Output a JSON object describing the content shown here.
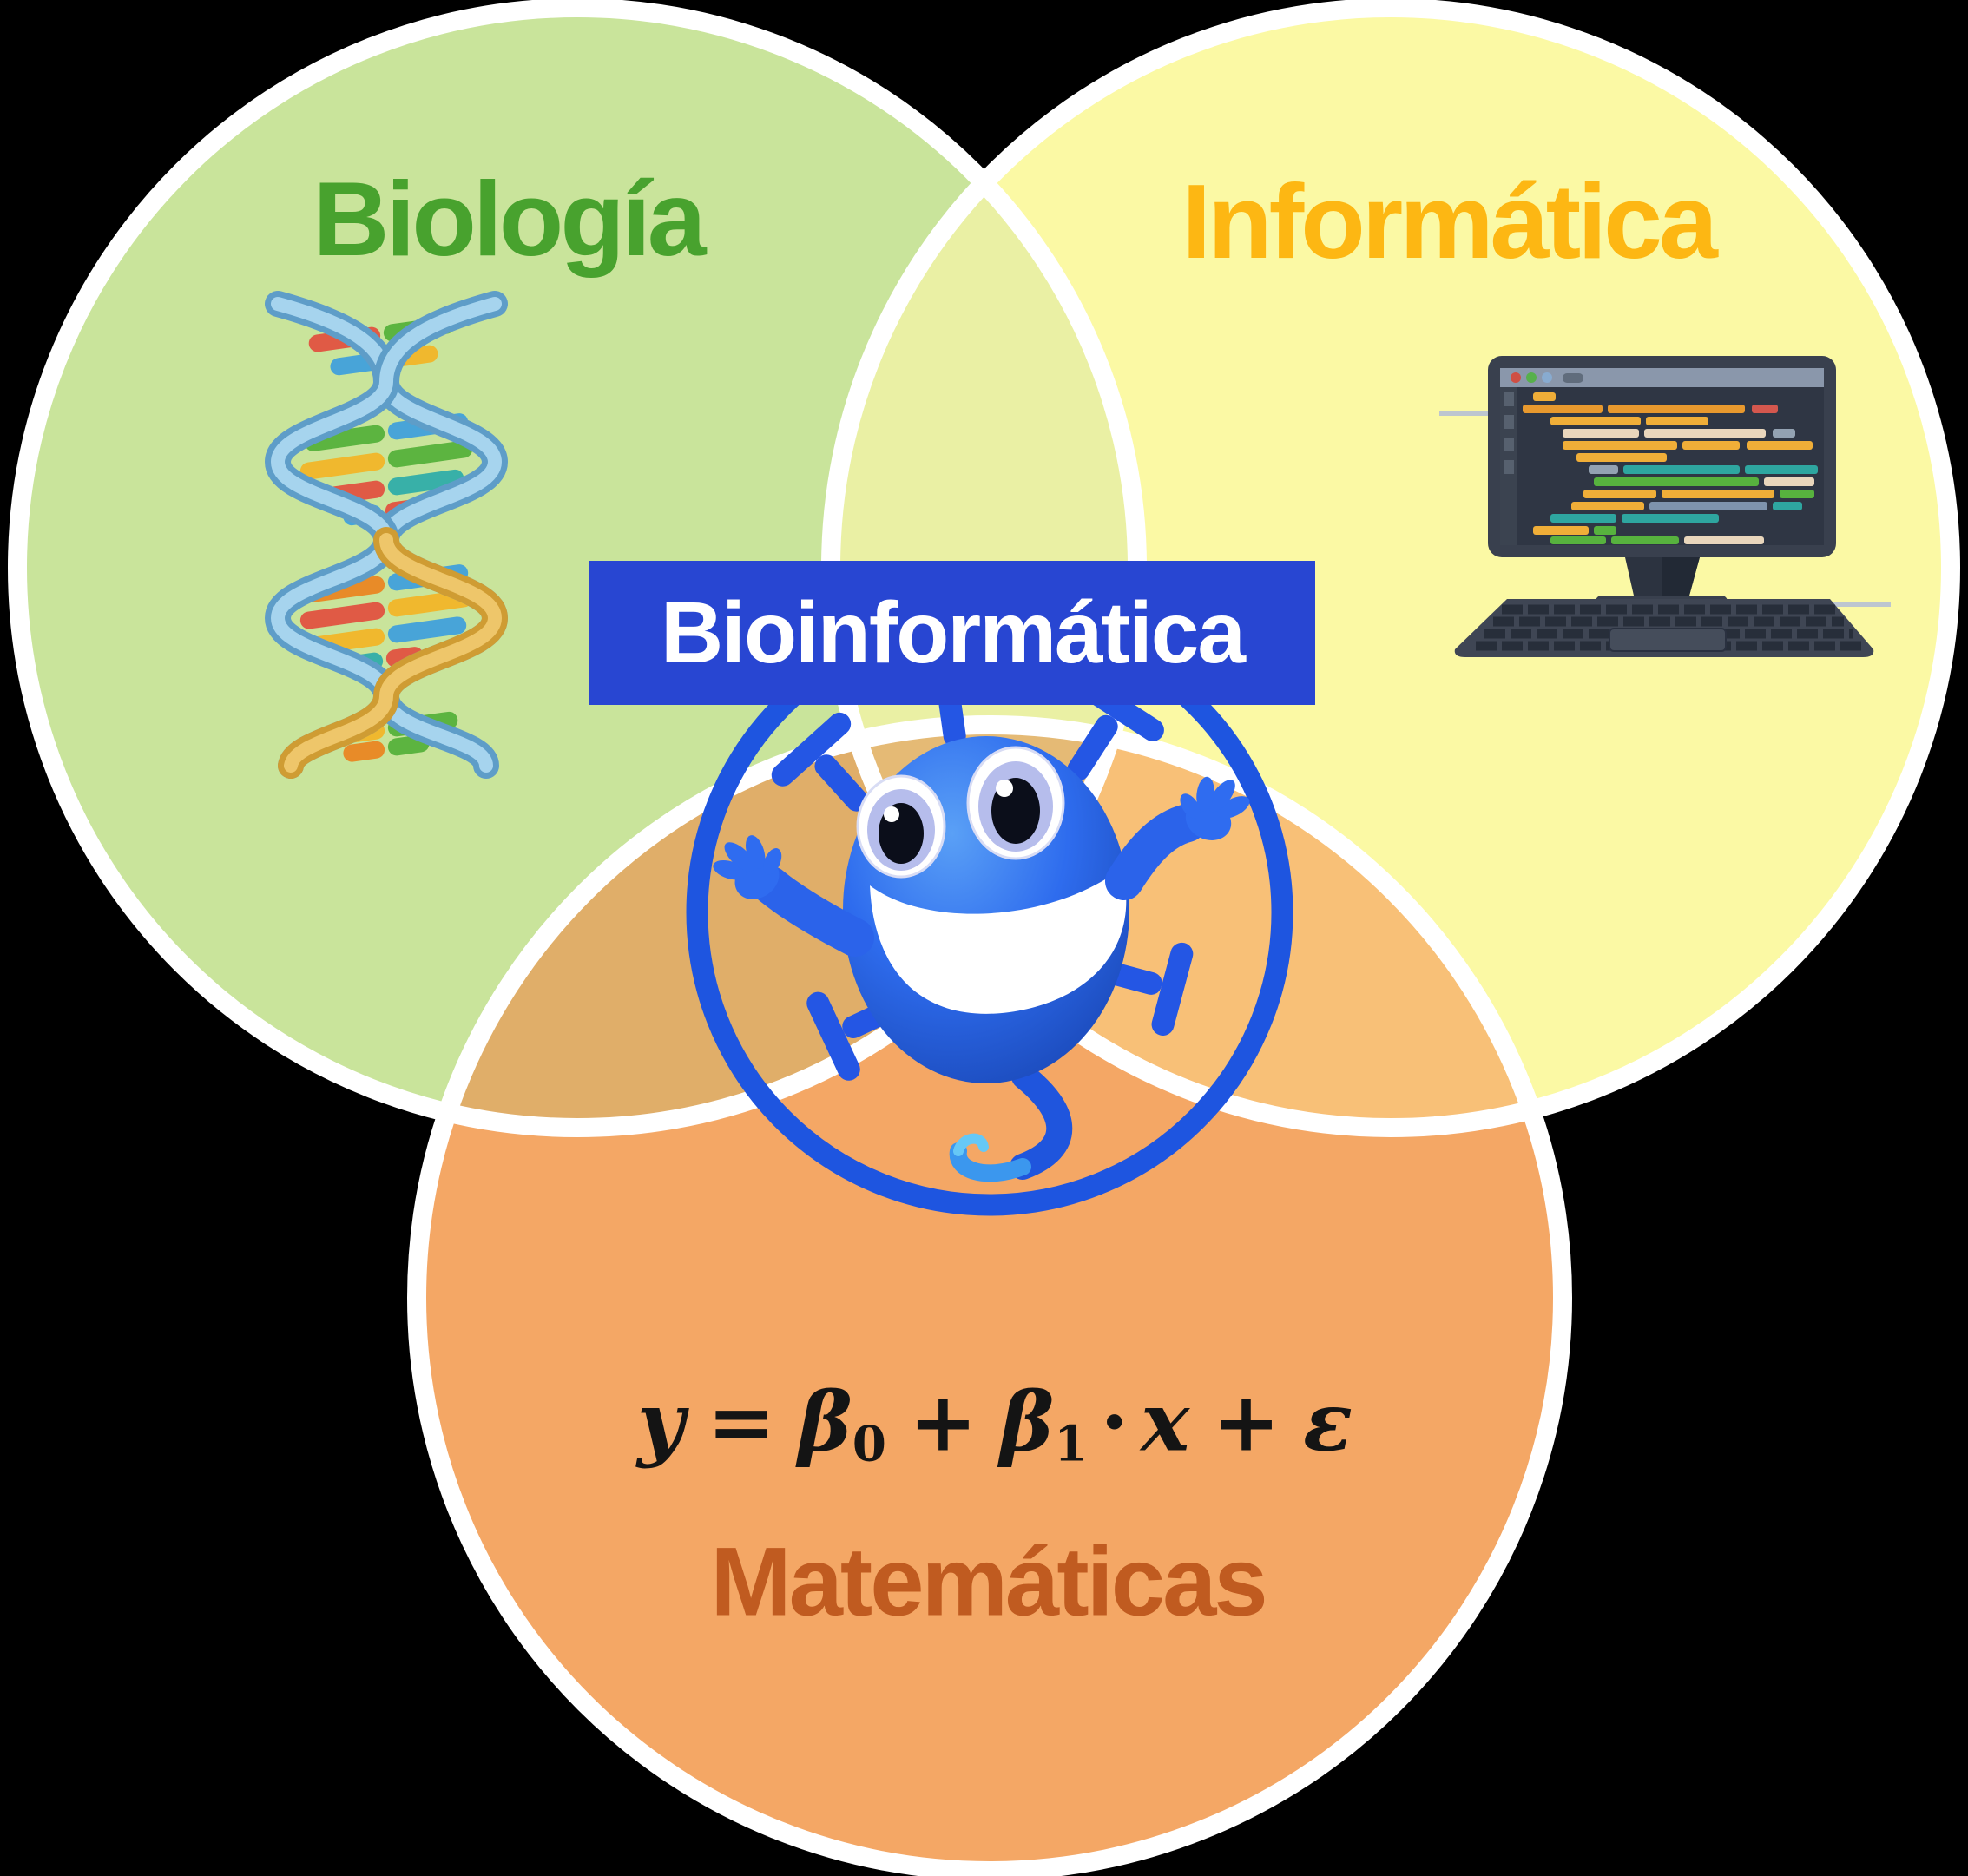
{
  "diagram": {
    "type": "venn-3-circles",
    "center_label": "Bioinformática",
    "sets": [
      {
        "name": "biology",
        "label": "Biología",
        "icon": "dna-double-helix-illustration"
      },
      {
        "name": "informatics",
        "label": "Informática",
        "icon": "laptop-with-code-illustration"
      },
      {
        "name": "mathematics",
        "label": "Matemáticas",
        "annotation": "y = β0 + β1 · x + ε"
      }
    ],
    "mascot": "blue-virus-genie-mascot"
  },
  "labels": {
    "biology": "Biología",
    "informatics": "Informática",
    "mathematics": "Matemáticas",
    "bioinformatics": "Bioinformática"
  },
  "formula": {
    "y": "y",
    "eq": "=",
    "beta1": "β",
    "sub0": "0",
    "plus1": "+",
    "beta2": "β",
    "sub1": "1",
    "dot": "·",
    "x": "x",
    "plus2": "+",
    "epsilon": "ε"
  },
  "colors": {
    "bg": "#000000",
    "bio-fill": "#c9e49b",
    "info-fill": "#fbf9a4",
    "math-fill": "#f4a765",
    "bio-info-overlap": "#eaf0a4",
    "bio-math-overlap": "#e0ae69",
    "info-math-overlap": "#f8c077",
    "center-overlap": "#e5ba75",
    "circle-stroke": "#ffffff",
    "bio-label": "#48a22e",
    "info-label": "#fdb713",
    "math-label": "#c05b20",
    "box-bg": "#2846d2",
    "box-text": "#ffffff",
    "ring": "#1e55e0",
    "formula-text": "#141414"
  }
}
